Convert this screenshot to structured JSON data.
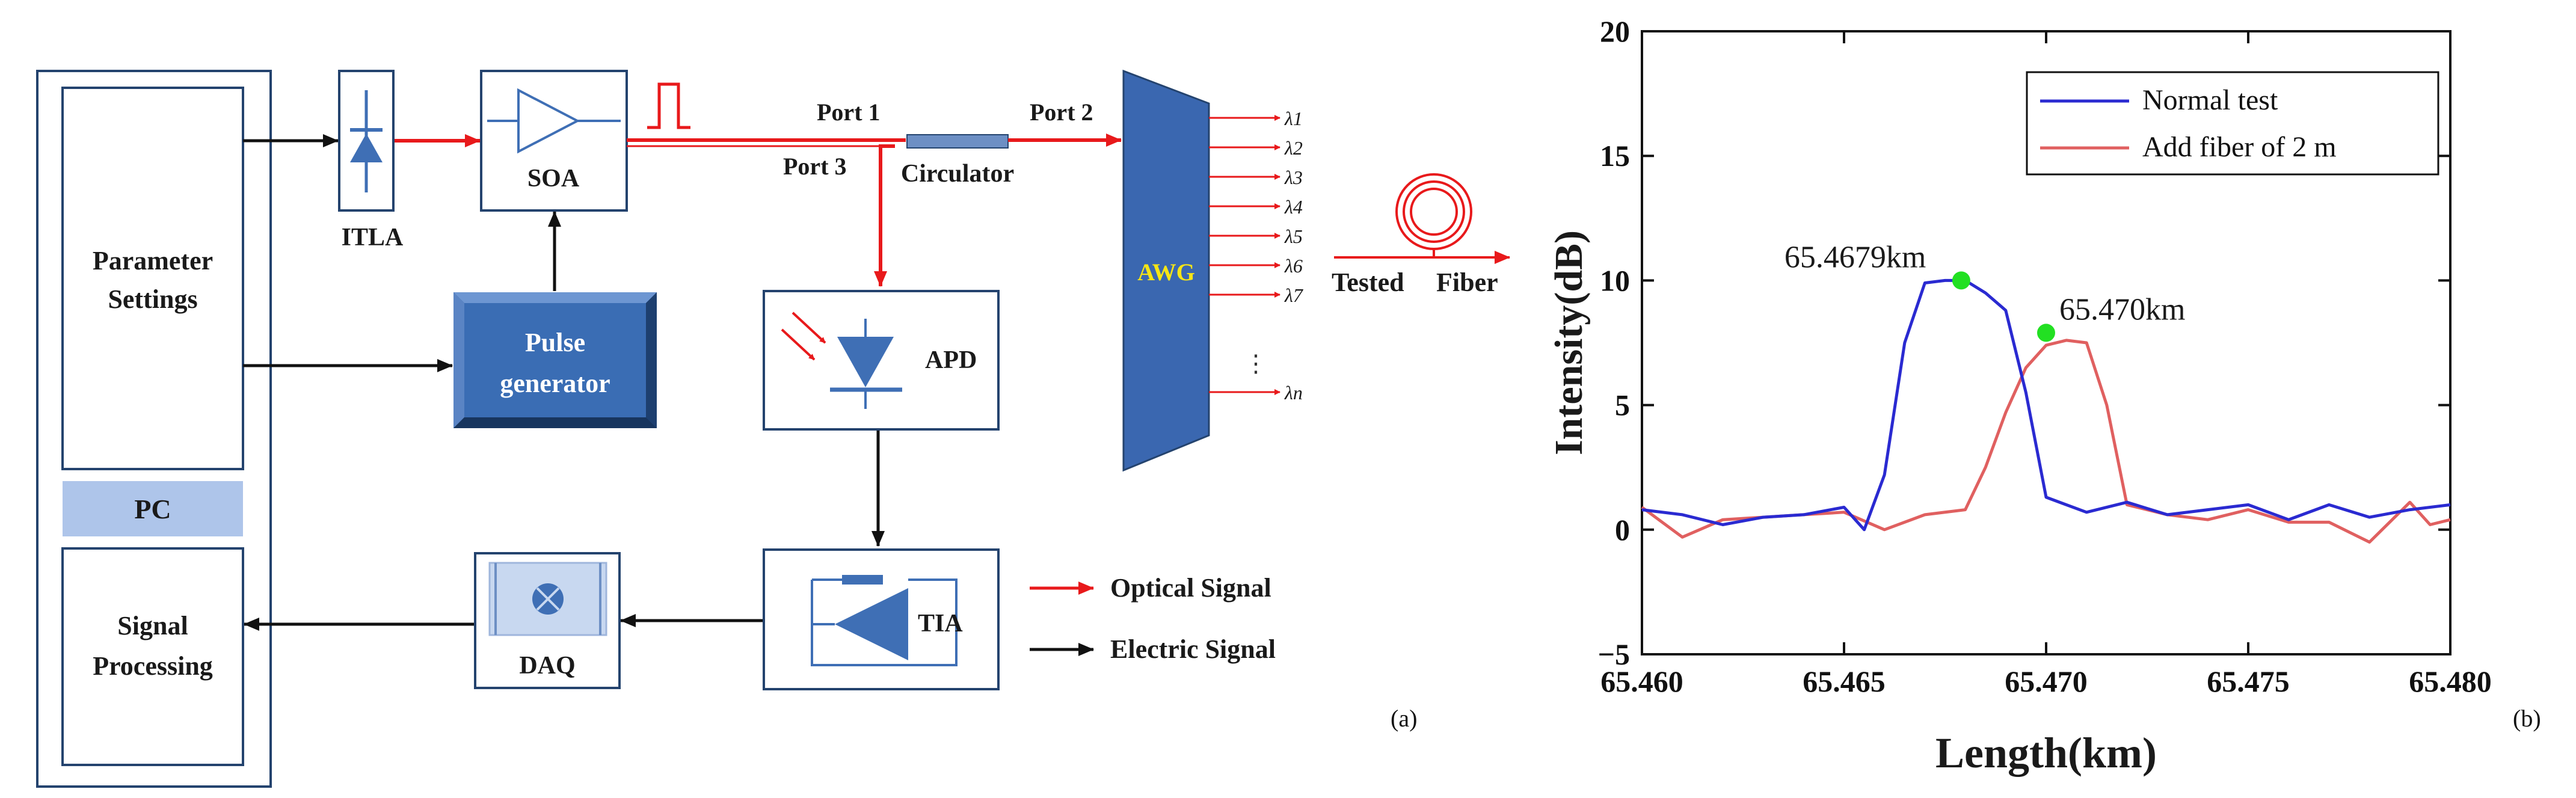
{
  "colors": {
    "optical": "#e8191b",
    "electric": "#111111",
    "box_border": "#24436e",
    "device_blue": "#3f6fb5",
    "pc_band": "#aec5ea",
    "pulse_fill": "#3a6db4",
    "awg_fill": "#3a67b0",
    "awg_text": "#f5e516",
    "series_normal": "#2a2ad1",
    "series_added": "#e06060",
    "marker": "#22e022"
  },
  "icons": [
    "photodiode-icon",
    "amplifier-icon",
    "pulse-shape-icon",
    "coil-icon",
    "crossed-circle-icon"
  ],
  "diagram": {
    "pc": {
      "params_line1": "Parameter",
      "params_line2": "Settings",
      "pc_label": "PC",
      "proc_line1": "Signal",
      "proc_line2": "Processing"
    },
    "itla_label": "ITLA",
    "soa_label": "SOA",
    "pulse_line1": "Pulse",
    "pulse_line2": "generator",
    "port1": "Port 1",
    "port2": "Port 2",
    "port3": "Port 3",
    "circulator_label": "Circulator",
    "awg_label": "AWG",
    "apd_label": "APD",
    "tia_label": "TIA",
    "daq_label": "DAQ",
    "wavelengths": [
      "λ1",
      "λ2",
      "λ3",
      "λ4",
      "λ5",
      "λ6",
      "λ7"
    ],
    "wavelength_dots": "⋮",
    "wavelength_last": "λn",
    "tested_fiber_1": "Tested",
    "tested_fiber_2": "Fiber",
    "legend_optical": "Optical Signal",
    "legend_electric": "Electric Signal",
    "panel_label": "(a)"
  },
  "chart_data": {
    "type": "line",
    "xlabel": "Length(km)",
    "ylabel": "Intensity(dB)",
    "xlim": [
      65.46,
      65.48
    ],
    "ylim": [
      -5,
      20
    ],
    "xticks": [
      "65.460",
      "65.465",
      "65.470",
      "65.475",
      "65.480"
    ],
    "xtick_values": [
      65.46,
      65.465,
      65.47,
      65.475,
      65.48
    ],
    "yticks": [
      "−5",
      "0",
      "5",
      "10",
      "15",
      "20"
    ],
    "ytick_values": [
      -5,
      0,
      5,
      10,
      15,
      20
    ],
    "grid": false,
    "legend_position": "top-right",
    "panel_label": "(b)",
    "series": [
      {
        "name": "Normal test",
        "x": [
          65.46,
          65.461,
          65.462,
          65.463,
          65.464,
          65.465,
          65.4655,
          65.466,
          65.4665,
          65.467,
          65.4675,
          65.468,
          65.4685,
          65.469,
          65.4695,
          65.47,
          65.471,
          65.472,
          65.473,
          65.474,
          65.475,
          65.476,
          65.477,
          65.478,
          65.479,
          65.48
        ],
        "y": [
          0.8,
          0.6,
          0.2,
          0.5,
          0.6,
          0.9,
          0.0,
          2.2,
          7.5,
          9.9,
          10.0,
          10.0,
          9.5,
          8.8,
          5.5,
          1.3,
          0.7,
          1.1,
          0.6,
          0.8,
          1.0,
          0.4,
          1.0,
          0.5,
          0.8,
          1.0
        ]
      },
      {
        "name": "Add fiber of 2 m",
        "x": [
          65.46,
          65.461,
          65.462,
          65.463,
          65.464,
          65.465,
          65.466,
          65.467,
          65.468,
          65.4685,
          65.469,
          65.4695,
          65.47,
          65.4705,
          65.471,
          65.4715,
          65.472,
          65.473,
          65.474,
          65.475,
          65.476,
          65.477,
          65.478,
          65.479,
          65.4795,
          65.48
        ],
        "y": [
          0.9,
          -0.3,
          0.4,
          0.5,
          0.6,
          0.7,
          0.0,
          0.6,
          0.8,
          2.5,
          4.7,
          6.5,
          7.4,
          7.6,
          7.5,
          5.0,
          1.0,
          0.6,
          0.4,
          0.8,
          0.3,
          0.3,
          -0.5,
          1.1,
          0.2,
          0.4
        ]
      }
    ],
    "annotations": [
      {
        "x": 65.4679,
        "y": 10.0,
        "text": "65.4679km"
      },
      {
        "x": 65.47,
        "y": 7.9,
        "text": "65.470km"
      }
    ]
  }
}
